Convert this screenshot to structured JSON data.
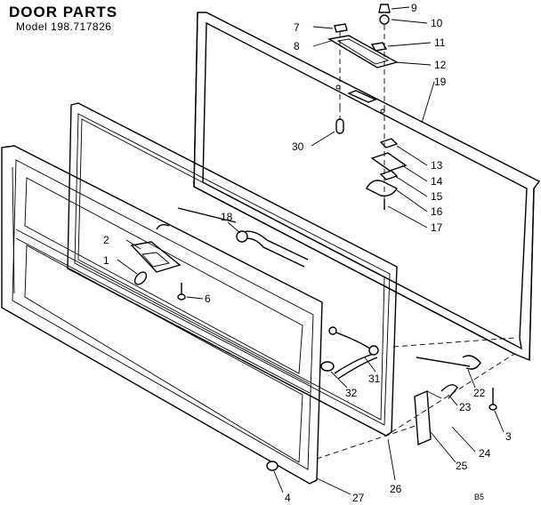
{
  "header": {
    "title": "DOOR PARTS",
    "model": "Model 198.717826"
  },
  "callouts": [
    "1",
    "2",
    "3",
    "4",
    "6",
    "7",
    "8",
    "9",
    "10",
    "11",
    "12",
    "13",
    "14",
    "15",
    "16",
    "17",
    "18",
    "19",
    "22",
    "23",
    "24",
    "25",
    "26",
    "27",
    "30",
    "31",
    "32"
  ],
  "footer_code": "B5"
}
